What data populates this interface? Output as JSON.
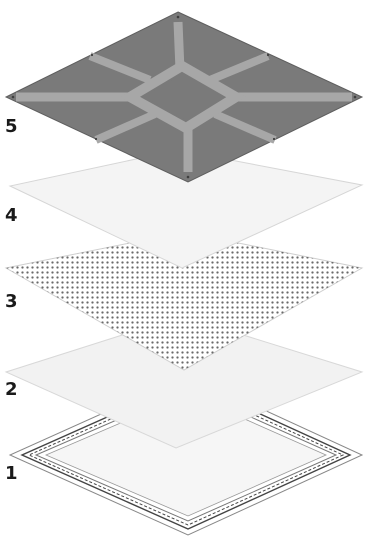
{
  "layers": [
    {
      "number": "5"
    },
    {
      "number": "4"
    },
    {
      "number": "3"
    },
    {
      "number": "2"
    },
    {
      "number": "1"
    }
  ],
  "colors": {
    "top_plate": "#7a7a7a",
    "top_plate_ribs": "#a7a7a7",
    "sheet": "#f4f4f4",
    "sheet_edge": "#d6d6d6",
    "mesh_dots": "#6a6a6a",
    "frame_line": "#444444",
    "label": "#1a1a1a"
  }
}
